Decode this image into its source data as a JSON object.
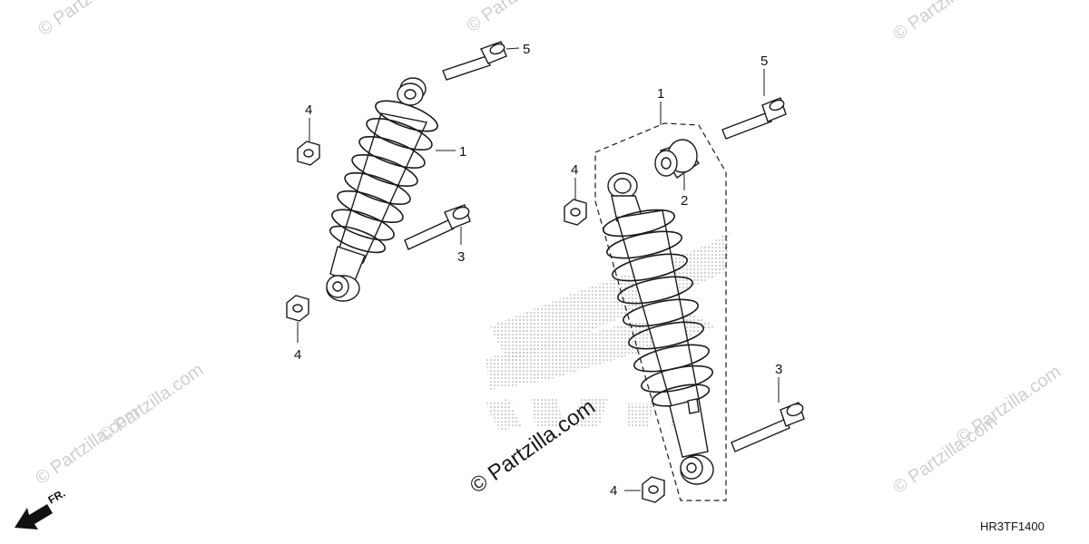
{
  "diagram": {
    "drawing_code": "HR3TF1400",
    "direction_label": "FR.",
    "watermark_text": "© Partzilla.com",
    "center_watermark": "© Partzilla.com",
    "callouts": {
      "left_shock": "1",
      "left_top_bolt": "5",
      "left_nut_top": "4",
      "left_bottom_bolt": "3",
      "left_nut_bottom": "4",
      "right_assembly": "1",
      "right_top_bolt": "5",
      "right_bushing": "2",
      "right_nut_top": "4",
      "right_bottom_bolt": "3",
      "right_nut_bottom": "4"
    },
    "colors": {
      "line": "#1a1a1a",
      "watermark": "#cfcfcf",
      "background": "#ffffff"
    }
  }
}
